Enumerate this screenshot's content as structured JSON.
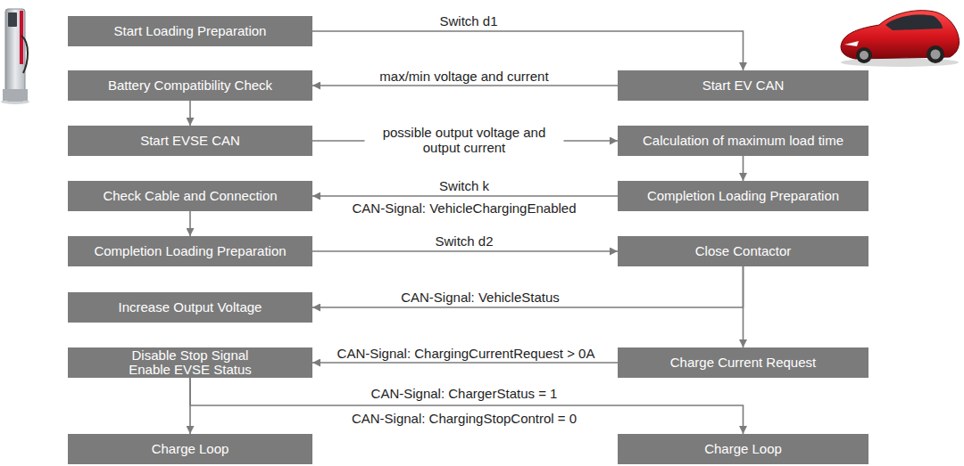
{
  "diagram": {
    "nodes": [
      {
        "text": [
          "Start Loading Preparation"
        ]
      },
      {
        "text": [
          "Battery Compatibility Check"
        ]
      },
      {
        "text": [
          "Start EV CAN"
        ]
      },
      {
        "text": [
          "Start EVSE CAN"
        ]
      },
      {
        "text": [
          "Calculation of maximum load time"
        ]
      },
      {
        "text": [
          "Check Cable and Connection"
        ]
      },
      {
        "text": [
          "Completion Loading Preparation"
        ]
      },
      {
        "text": [
          "Completion Loading Preparation"
        ]
      },
      {
        "text": [
          "Close Contactor"
        ]
      },
      {
        "text": [
          "Increase Output Voltage"
        ]
      },
      {
        "text": [
          "Disable Stop Signal",
          "Enable EVSE Status"
        ]
      },
      {
        "text": [
          "Charge Current Request"
        ]
      },
      {
        "text": [
          "Charge Loop"
        ]
      },
      {
        "text": [
          "Charge Loop"
        ]
      }
    ],
    "edges": [
      {
        "from": 0,
        "to": 2,
        "label": "Switch d1",
        "arrow": "to"
      },
      {
        "from": 2,
        "to": 1,
        "label": "max/min voltage and current",
        "arrow": "to"
      },
      {
        "from": 1,
        "to": 3,
        "arrow": "to"
      },
      {
        "from": 3,
        "to": 4,
        "label": "possible output voltage and output current",
        "arrow": "to"
      },
      {
        "from": 4,
        "to": 6,
        "arrow": "to"
      },
      {
        "from": 6,
        "to": 5,
        "label": "Switch k",
        "arrow": "to"
      },
      {
        "from": 5,
        "to": 7,
        "arrow": "to"
      },
      {
        "from": 7,
        "to": 8,
        "label": "Switch d2",
        "arrow": "to"
      },
      {
        "from": 8,
        "to": 9,
        "label": "CAN-Signal: VehicleStatus",
        "arrow": "to"
      },
      {
        "from": 8,
        "to": 11,
        "arrow": "to"
      },
      {
        "from": 11,
        "to": 10,
        "label": "CAN-Signal: ChargingCurrentRequest > 0A",
        "arrow": "to"
      },
      {
        "from": 10,
        "to": 12,
        "arrow": "to"
      },
      {
        "from": 10,
        "to": 13,
        "label": "CAN-Signal: ChargerStatus = 1",
        "arrow": "to"
      }
    ],
    "labels": [
      "CAN-Signal: VehicleChargingEnabled",
      "CAN-Signal: ChargingStopControl = 0"
    ]
  }
}
